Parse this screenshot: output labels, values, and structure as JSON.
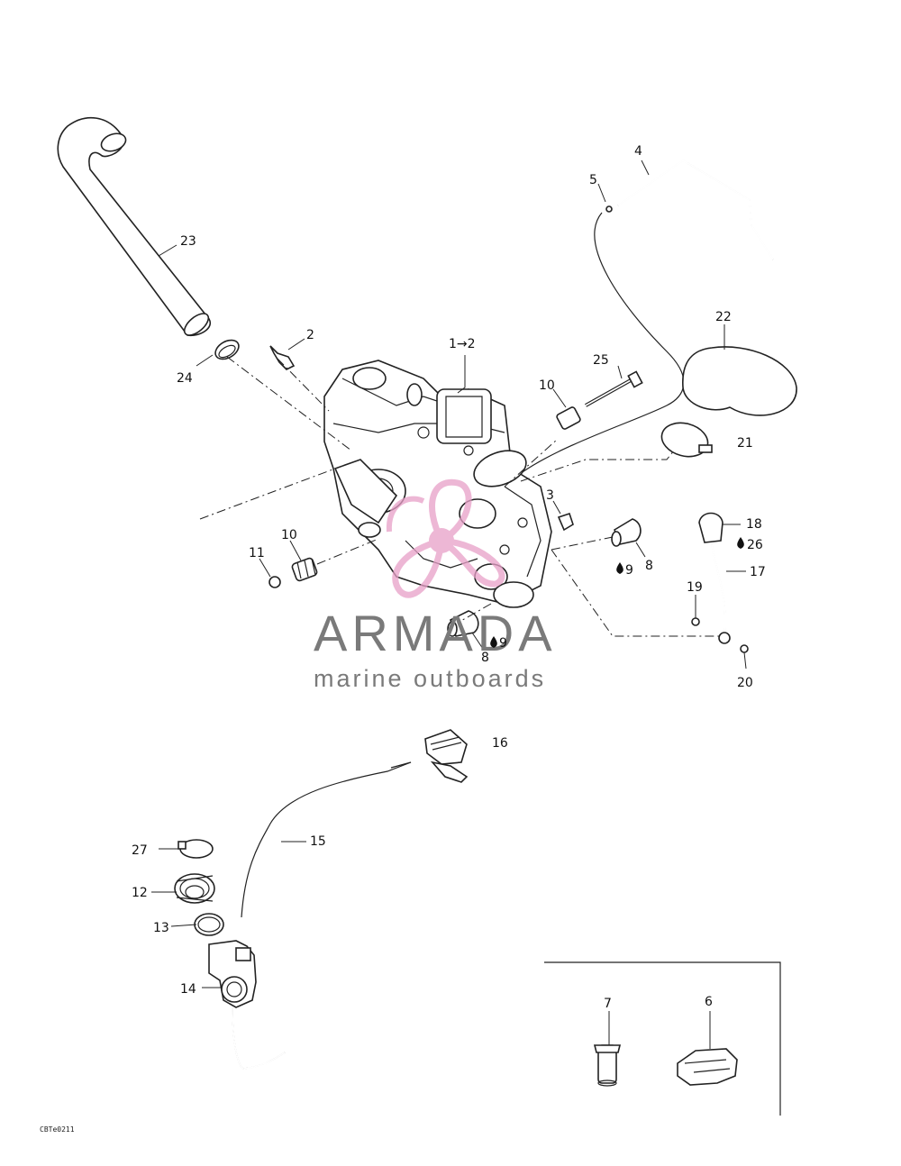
{
  "labels": {
    "p1": "1→2",
    "p2": "2",
    "p3": "3",
    "p4": "4",
    "p5": "5",
    "p6": "6",
    "p7": "7",
    "p8a": "8",
    "p8b": "8",
    "p9a": "9",
    "p9b": "9",
    "p10a": "10",
    "p10b": "10",
    "p11": "11",
    "p12": "12",
    "p13": "13",
    "p14": "14",
    "p15": "15",
    "p16": "16",
    "p17": "17",
    "p18": "18",
    "p19": "19",
    "p20": "20",
    "p21": "21",
    "p22": "22",
    "p23": "23",
    "p24": "24",
    "p25": "25",
    "p26": "26",
    "p27": "27"
  },
  "watermark": {
    "title": "ARMADA",
    "subtitle": "marine outboards",
    "color": "#e8a0c8"
  },
  "drawing_code": "CBTe0211",
  "icons": {
    "adhesive": "drop-icon"
  }
}
